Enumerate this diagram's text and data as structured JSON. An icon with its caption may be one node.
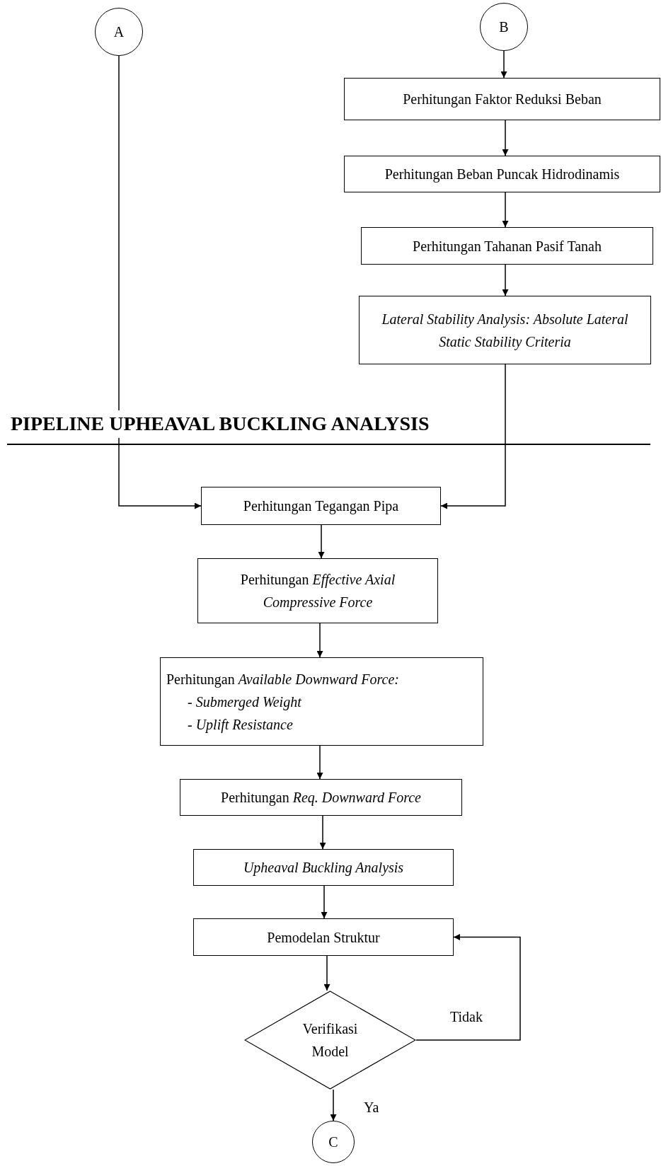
{
  "diagram": {
    "title": "PIPELINE UPHEAVAL BUCKLING ANALYSIS",
    "nodes": [
      {
        "text": [
          "A"
        ]
      },
      {
        "text": [
          "B"
        ]
      },
      {
        "text": [
          "Perhitungan Faktor Reduksi Beban"
        ]
      },
      {
        "text": [
          "Perhitungan Beban Puncak Hidrodinamis"
        ]
      },
      {
        "text": [
          "Perhitungan Tahanan Pasif Tanah"
        ]
      },
      {
        "text": [
          "*Lateral Stability Analysis: Absolute Lateral Static Stability Criteria*"
        ]
      },
      {
        "text": [
          "Perhitungan Tegangan Pipa"
        ]
      },
      {
        "text": [
          "Perhitungan *Effective Axial Compressive Force*"
        ]
      },
      {
        "text": [
          "Perhitungan *Available Downward Force:*",
          "- *Submerged Weight*",
          "- *Uplift Resistance*"
        ]
      },
      {
        "text": [
          "Perhitungan *Req. Downward Force*"
        ]
      },
      {
        "text": [
          "*Upheaval Buckling Analysis*"
        ]
      },
      {
        "text": [
          "Pemodelan Struktur"
        ]
      },
      {
        "text": [
          "Verifikasi Model"
        ]
      },
      {
        "text": [
          "C"
        ]
      }
    ],
    "edges": [
      {
        "from": 0,
        "to": 6,
        "arrow": "to"
      },
      {
        "from": 1,
        "to": 2,
        "arrow": "to"
      },
      {
        "from": 2,
        "to": 3,
        "arrow": "to"
      },
      {
        "from": 3,
        "to": 4,
        "arrow": "to"
      },
      {
        "from": 4,
        "to": 5,
        "arrow": "to"
      },
      {
        "from": 5,
        "to": 6,
        "arrow": "to"
      },
      {
        "from": 6,
        "to": 7,
        "arrow": "to"
      },
      {
        "from": 7,
        "to": 8,
        "arrow": "to"
      },
      {
        "from": 8,
        "to": 9,
        "arrow": "to"
      },
      {
        "from": 9,
        "to": 10,
        "arrow": "to"
      },
      {
        "from": 10,
        "to": 11,
        "arrow": "to"
      },
      {
        "from": 11,
        "to": 12,
        "arrow": "to"
      },
      {
        "from": 12,
        "to": 11,
        "arrow": "to",
        "label": "Tidak"
      },
      {
        "from": 12,
        "to": 13,
        "arrow": "to",
        "label": "Ya"
      }
    ]
  }
}
